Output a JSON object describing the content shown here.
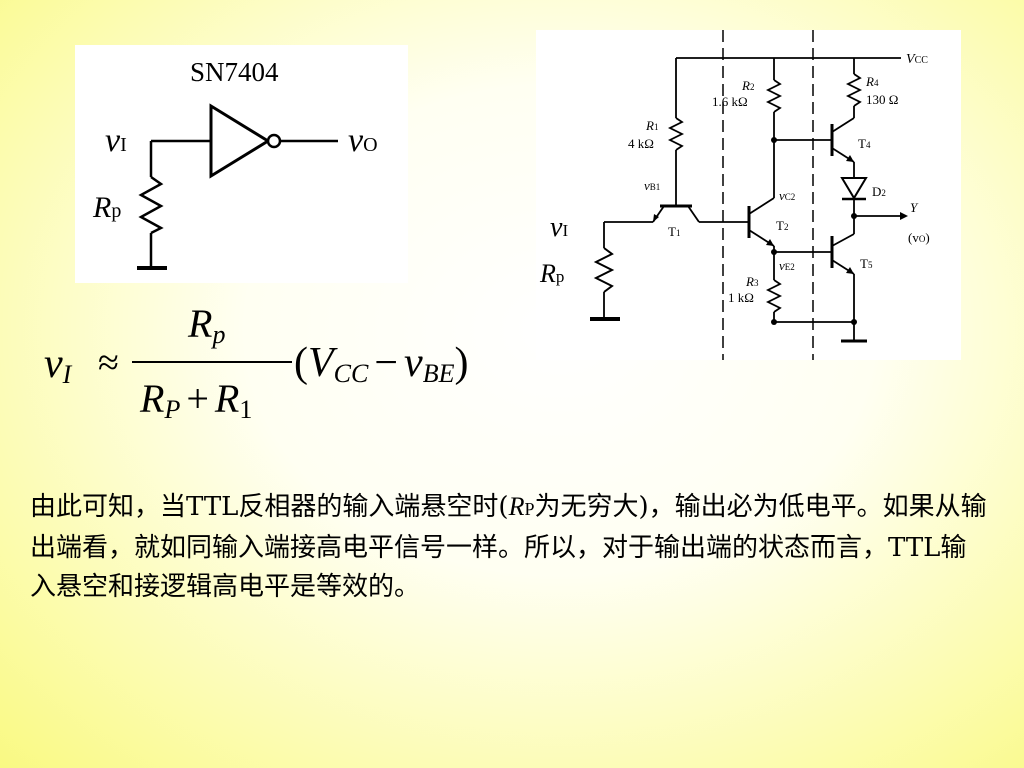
{
  "inverter": {
    "chip_label": "SN7404",
    "input_label": "v",
    "input_sub": "I",
    "output_label": "v",
    "output_sub": "O",
    "resistor_label": "R",
    "resistor_sub": "p"
  },
  "ttl_circuit": {
    "vcc": "V",
    "vcc_sub": "CC",
    "r1": "R",
    "r1_sub": "1",
    "r1_value": "4 kΩ",
    "r2": "R",
    "r2_sub": "2",
    "r2_value": "1.6 kΩ",
    "r3": "R",
    "r3_sub": "3",
    "r3_value": "1 kΩ",
    "r4": "R",
    "r4_sub": "4",
    "r4_value": "130 Ω",
    "t1": "T",
    "t1_sub": "1",
    "t2": "T",
    "t2_sub": "2",
    "t4": "T",
    "t4_sub": "4",
    "t5": "T",
    "t5_sub": "5",
    "d2": "D",
    "d2_sub": "2",
    "vb1": "v",
    "vb1_sub": "B1",
    "vc2": "v",
    "vc2_sub": "C2",
    "ve2": "v",
    "ve2_sub": "E2",
    "output_y": "Y",
    "output_vo": "(v",
    "output_vo_sub": "O",
    "output_vo_close": ")",
    "input_label": "v",
    "input_sub": "I",
    "resistor_label": "R",
    "resistor_sub": "p"
  },
  "formula": {
    "lhs": "v",
    "lhs_sub": "I",
    "approx": "≈",
    "num": "R",
    "num_sub": "p",
    "den_a": "R",
    "den_a_sub": "P",
    "den_plus": "+",
    "den_b": "R",
    "den_b_sub": "1",
    "paren_open": "(",
    "vcc": "V",
    "vcc_sub": "CC",
    "minus": "−",
    "vbe": "v",
    "vbe_sub": "BE",
    "paren_close": ")"
  },
  "paragraph": {
    "part1": "由此可知，当TTL反相器的输入端悬空时(",
    "rp": "R",
    "rp_sub": "P",
    "part2": "为无穷大)，输出必为低电平。如果从输出端看，就如同输入端接高电平信号一样。所以，对于输出端的状态而言，TTL输入悬空和接逻辑高电平是等效的。"
  }
}
